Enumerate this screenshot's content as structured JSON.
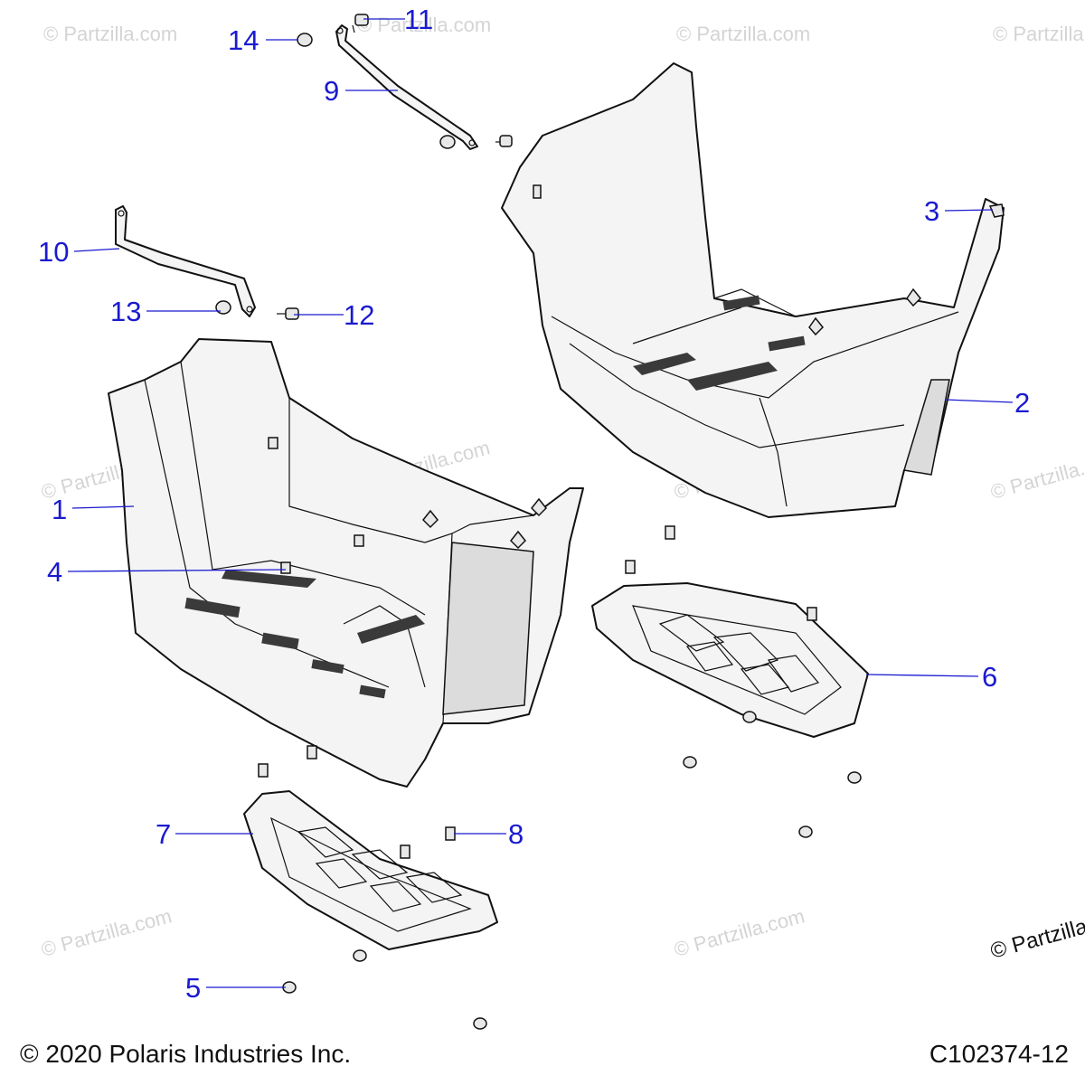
{
  "callouts": [
    "1",
    "2",
    "3",
    "4",
    "5",
    "6",
    "7",
    "8",
    "9",
    "10",
    "11",
    "12",
    "13",
    "14"
  ],
  "watermark_text": "© Partzilla.com",
  "footer": {
    "copyright": "© 2020 Polaris Industries Inc.",
    "diagram_code": "C102374-12"
  },
  "colors": {
    "callout": "#1a1ad0",
    "line_art": "#111111",
    "watermark": "#d4d4d4"
  }
}
